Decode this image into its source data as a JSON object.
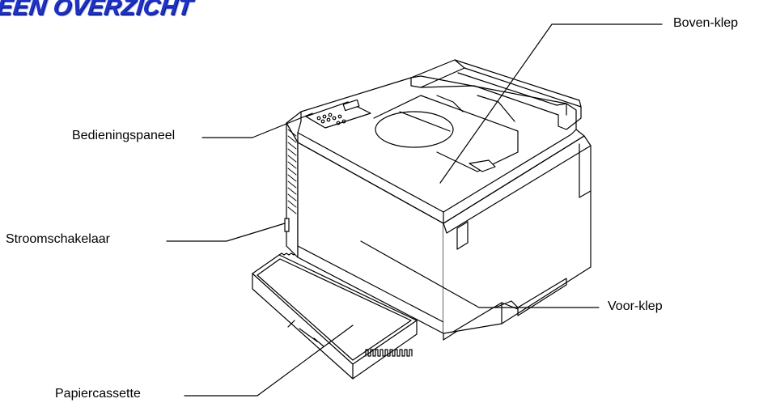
{
  "title": "EEN OVERZICHT",
  "labels": {
    "top_cover": "Boven-klep",
    "control_panel": "Bedieningspaneel",
    "power_switch": "Stroomschakelaar",
    "front_cover": "Voor-klep",
    "paper_cassette": "Papiercassette"
  }
}
